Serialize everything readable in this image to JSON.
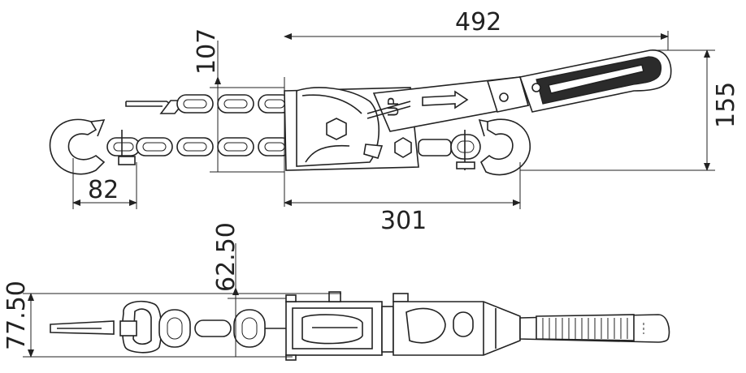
{
  "dimensions": {
    "overall_length": "492",
    "body_length": "301",
    "hook_width": "82",
    "height": "155",
    "chain_height": "107",
    "top_view_height": "62.50",
    "top_view_width": "77.50"
  },
  "body_label": "UP",
  "colors": {
    "line": "#222222",
    "handle": "#2b2b2b",
    "background": "#ffffff"
  }
}
